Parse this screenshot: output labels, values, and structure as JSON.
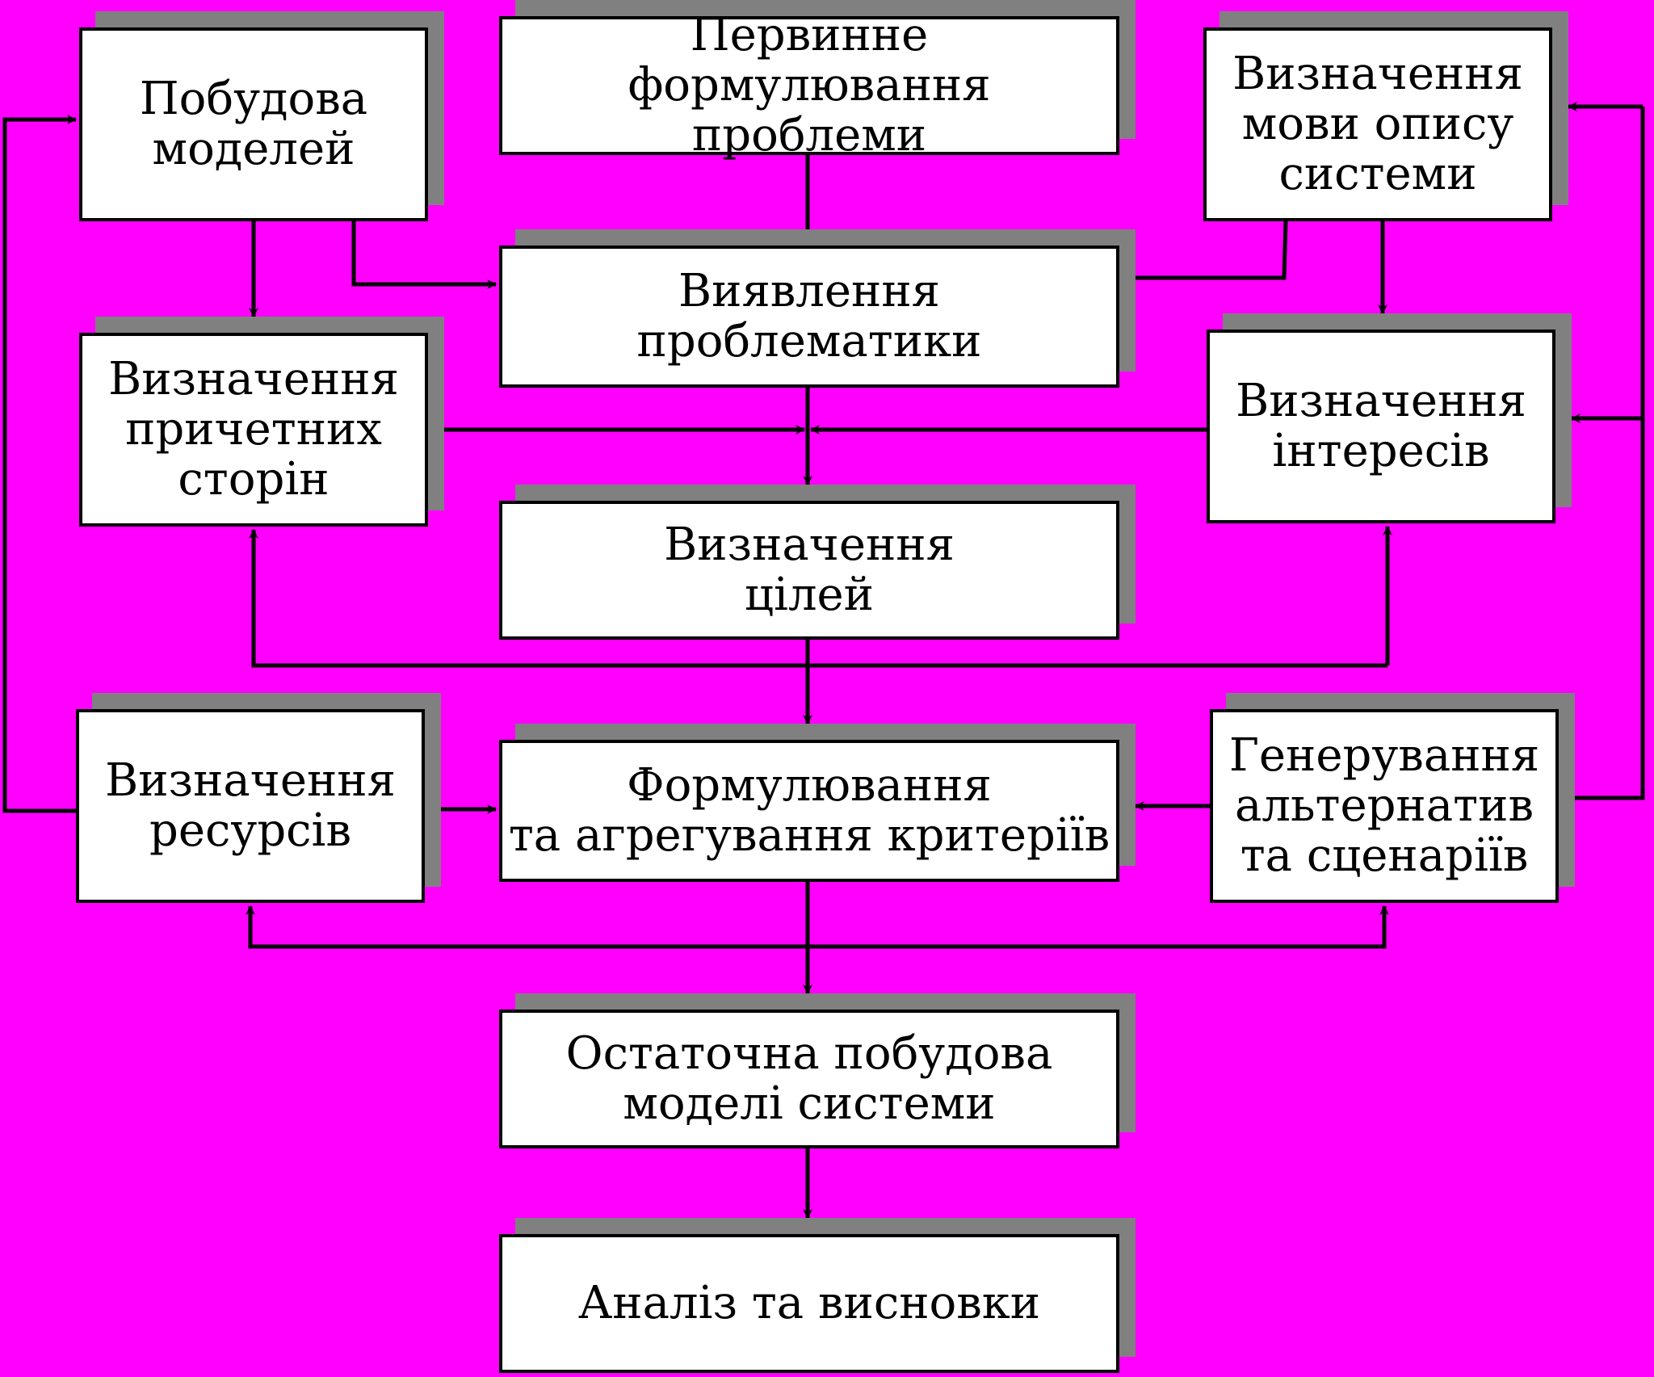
{
  "colors": {
    "background": "#ff00ff",
    "shadow": "#808080",
    "box_fill": "#ffffff",
    "stroke": "#000000"
  },
  "boxes": {
    "models_building": {
      "label": "Побудова\nмоделей"
    },
    "initial_problem": {
      "label": "Первинне формулювання\nпроблеми"
    },
    "description_language": {
      "label": "Визначення\nмови опису\nсистеми"
    },
    "problem_identification": {
      "label": "Виявлення\nпроблематики"
    },
    "stakeholders": {
      "label": "Визначення\nпричетних\nсторін"
    },
    "interests": {
      "label": "Визначення\nінтересів"
    },
    "goals": {
      "label": "Визначення\nцілей"
    },
    "resources": {
      "label": "Визначення\nресурсів"
    },
    "criteria": {
      "label": "Формулювання\nта агрегування критеріїв"
    },
    "alternatives": {
      "label": "Генерування\nальтернатив\nта сценаріїв"
    },
    "final_model": {
      "label": "Остаточна побудова\nмоделі системи"
    },
    "analysis": {
      "label": "Аналіз та висновки"
    }
  }
}
